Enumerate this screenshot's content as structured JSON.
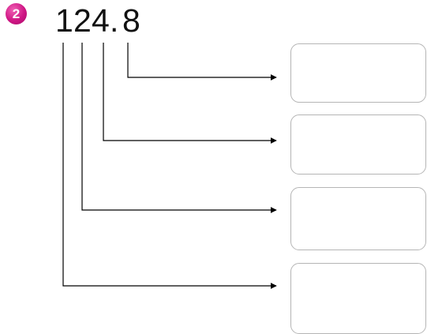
{
  "step_badge": "2",
  "number": {
    "d1": "1",
    "d2": "2",
    "d3": "4",
    "point": ".",
    "d4": "8"
  },
  "answer_boxes": [
    "",
    "",
    "",
    ""
  ],
  "colors": {
    "badge": "#cf1684",
    "line": "#000000",
    "box_border": "#b5b5b5"
  }
}
